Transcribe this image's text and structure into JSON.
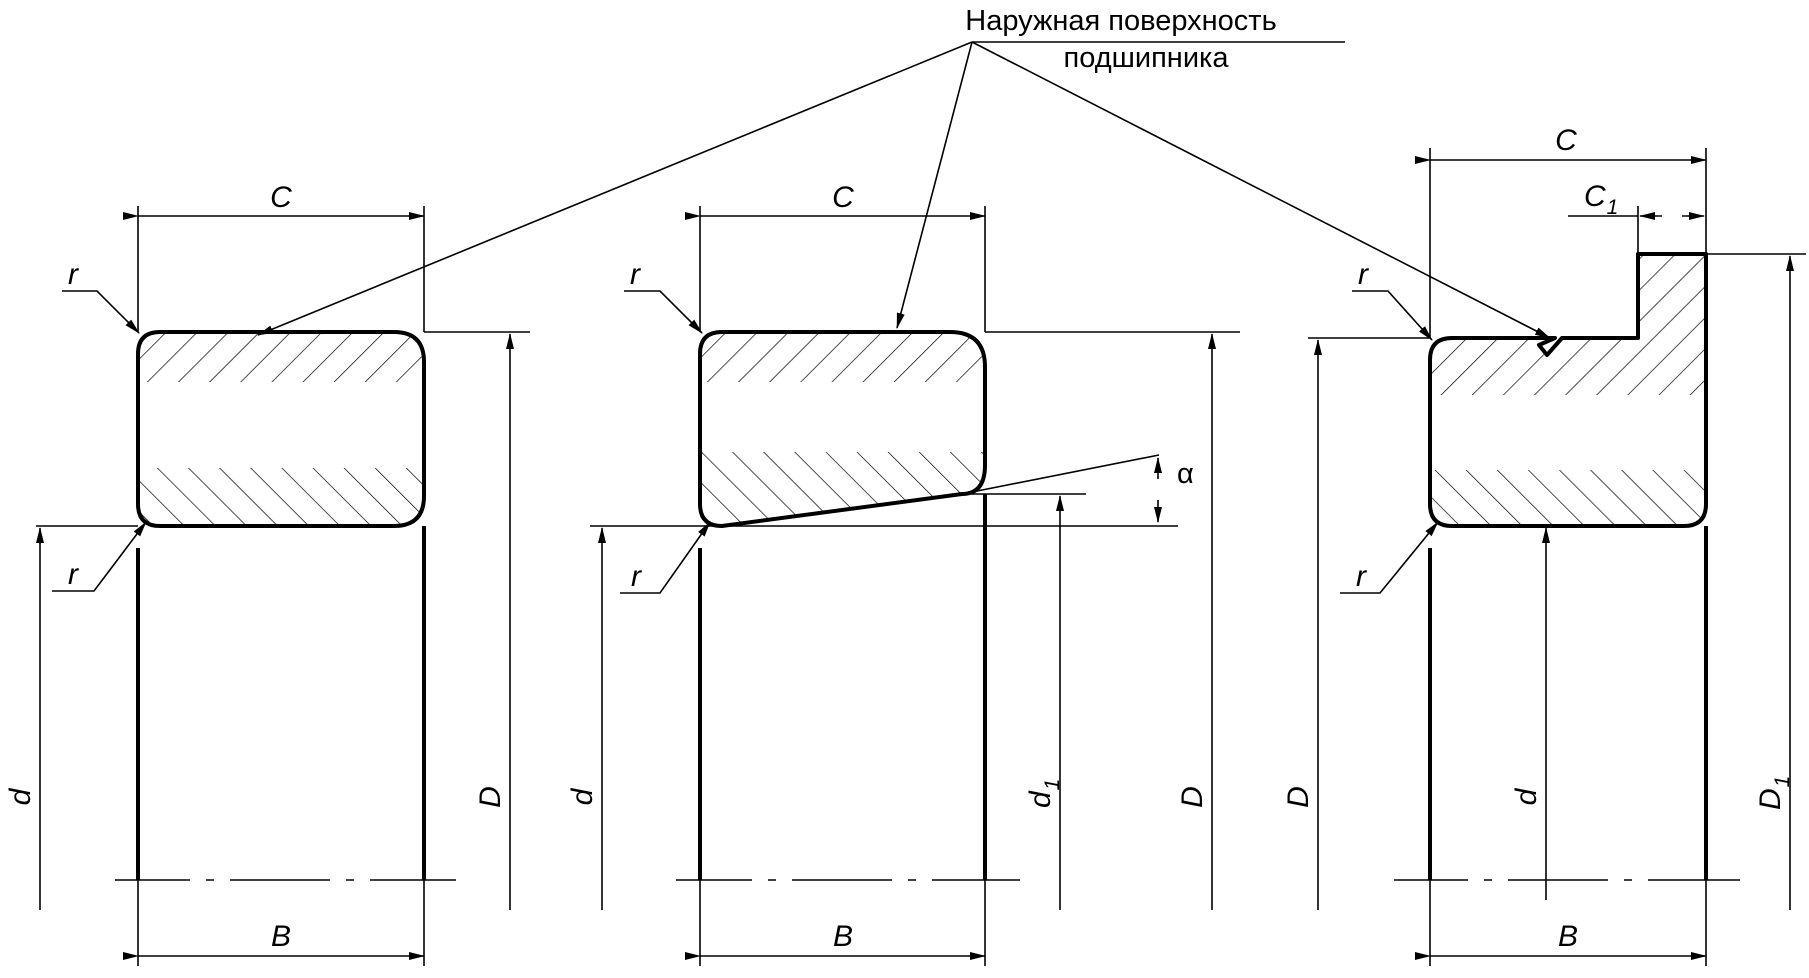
{
  "callout": {
    "line1": "Наружная поверхность",
    "line2": "подшипника"
  },
  "labels": {
    "C": "C",
    "B": "B",
    "r": "r",
    "d": "d",
    "D": "D",
    "alpha": "α",
    "C1_main": "C",
    "C1_sub": "1",
    "d1_main": "d",
    "d1_sub": "1",
    "D1_main": "D",
    "D1_sub": "1"
  }
}
